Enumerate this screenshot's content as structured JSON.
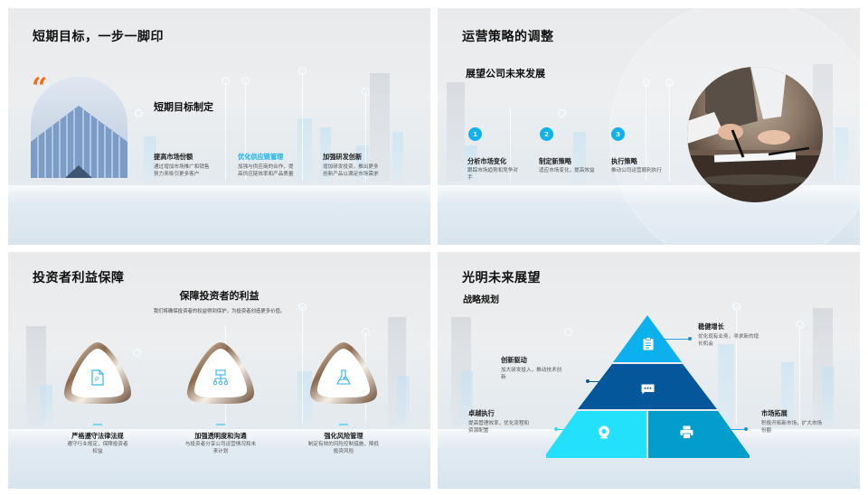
{
  "slides": [
    {
      "title": "短期目标，一步一脚印",
      "subtitle": "短期目标制定",
      "quote_icon": "quote-icon",
      "items": [
        {
          "title": "提高市场份额",
          "desc": "通过增加市场推广和销售努力来吸引更多客户",
          "highlight": false
        },
        {
          "title": "优化供应链管理",
          "desc": "加强与供应商的合作，提高供应链效率和产品质量",
          "highlight": true
        },
        {
          "title": "加强研发创新",
          "desc": "增加研发投资，推出更多创新产品以满足市场需求",
          "highlight": false
        }
      ],
      "colors": {
        "accent": "#0fb2ef",
        "quote": "#f26a1b"
      }
    },
    {
      "title": "运营策略的调整",
      "subtitle": "展望公司未来发展",
      "steps": [
        {
          "number": "1",
          "title": "分析市场变化",
          "desc": "跟踪市场趋势和竞争对手"
        },
        {
          "number": "2",
          "title": "制定新策略",
          "desc": "适应市场变化，提高效益"
        },
        {
          "number": "3",
          "title": "执行策略",
          "desc": "推动公司运营顺利执行"
        }
      ],
      "colors": {
        "badge": "#0fb2ef"
      }
    },
    {
      "title": "投资者利益保障",
      "subtitle": "保障投资者的利益",
      "intro": "我们将确保投资者的权益得到保护，为投资者创造更多价值。",
      "items": [
        {
          "icon": "document-p-icon",
          "title": "严格遵守法律法规",
          "desc": "遵守行业规定，保障投资者权益"
        },
        {
          "icon": "org-chart-icon",
          "title": "加强透明度和沟通",
          "desc": "与投资者分享公司运营情况和未来计划"
        },
        {
          "icon": "flask-icon",
          "title": "强化风险管理",
          "desc": "制定有效的风险控制措施，降低投资风险"
        }
      ],
      "colors": {
        "icon": "#37b6ee"
      }
    },
    {
      "title": "光明未来展望",
      "subtitle": "战略规划",
      "pyramid": [
        {
          "level": "top",
          "icon": "clipboard-icon",
          "color": "#0bb0ec",
          "label_title": "稳健增长",
          "label_desc": "优化现有业务，寻求新的增长机会"
        },
        {
          "level": "middle",
          "icon": "chat-icon",
          "color": "#03579a",
          "label_title": "创新驱动",
          "label_desc": "加大研发投入，推动技术创新"
        },
        {
          "level": "bottom-left",
          "icon": "webcam-icon",
          "color": "#23e1fb",
          "label_title": "卓越执行",
          "label_desc": "提高管理效率，优化流程和资源配置"
        },
        {
          "level": "bottom-right",
          "icon": "printer-icon",
          "color": "#029dcb",
          "label_title": "市场拓展",
          "label_desc": "积极开拓新市场，扩大市场份额"
        }
      ]
    }
  ]
}
